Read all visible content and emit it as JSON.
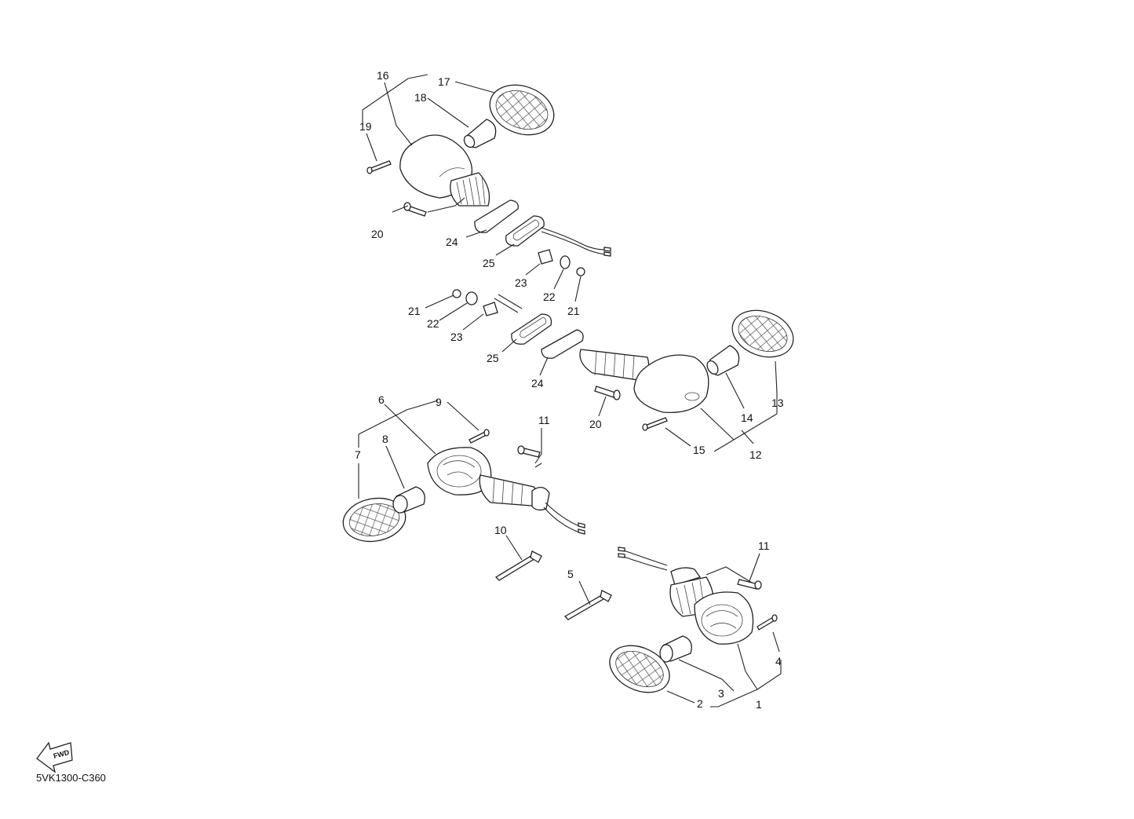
{
  "diagram": {
    "code": "5VK1300-C360",
    "fwd_text": "FWD",
    "callouts": [
      "1",
      "2",
      "3",
      "4",
      "5",
      "6",
      "7",
      "8",
      "9",
      "10",
      "11",
      "11",
      "12",
      "13",
      "14",
      "15",
      "16",
      "17",
      "18",
      "19",
      "20",
      "20",
      "21",
      "21",
      "22",
      "22",
      "23",
      "23",
      "24",
      "24",
      "25",
      "25"
    ]
  }
}
